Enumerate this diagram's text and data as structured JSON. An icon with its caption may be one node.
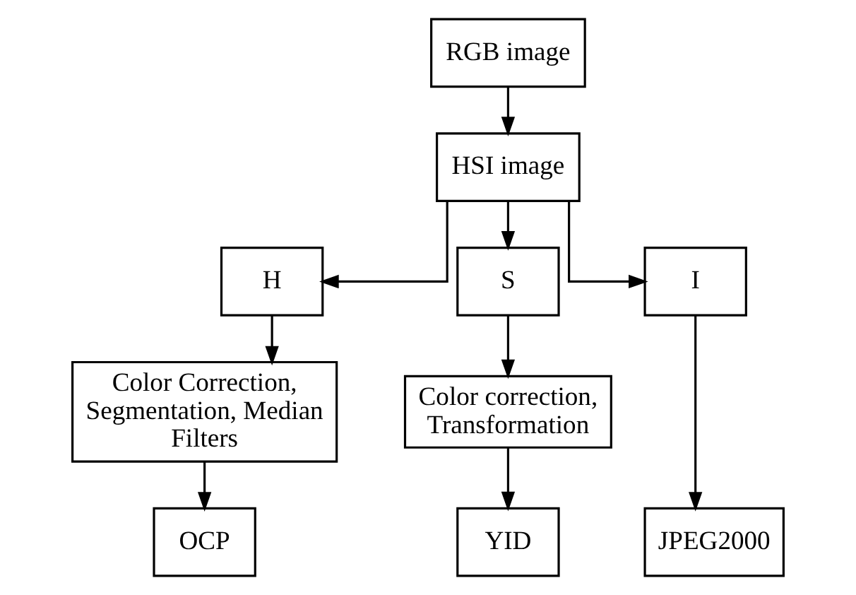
{
  "diagram": {
    "nodes": [
      {
        "text": [
          "RGB image"
        ]
      },
      {
        "text": [
          "HSI image"
        ]
      },
      {
        "text": [
          "H"
        ]
      },
      {
        "text": [
          "S"
        ]
      },
      {
        "text": [
          "I"
        ]
      },
      {
        "text": [
          "Color Correction, Segmentation, Median Filters"
        ]
      },
      {
        "text": [
          "Color correction, Transformation"
        ]
      },
      {
        "text": [
          "OCP"
        ]
      },
      {
        "text": [
          "YID"
        ]
      },
      {
        "text": [
          "JPEG2000"
        ]
      }
    ],
    "edges": [
      {
        "from": 0,
        "to": 1,
        "arrow": "to"
      },
      {
        "from": 1,
        "to": 2,
        "arrow": "to"
      },
      {
        "from": 1,
        "to": 3,
        "arrow": "to"
      },
      {
        "from": 1,
        "to": 4,
        "arrow": "to"
      },
      {
        "from": 2,
        "to": 5,
        "arrow": "to"
      },
      {
        "from": 3,
        "to": 6,
        "arrow": "to"
      },
      {
        "from": 5,
        "to": 7,
        "arrow": "to"
      },
      {
        "from": 6,
        "to": 8,
        "arrow": "to"
      },
      {
        "from": 4,
        "to": 9,
        "arrow": "to"
      }
    ]
  }
}
